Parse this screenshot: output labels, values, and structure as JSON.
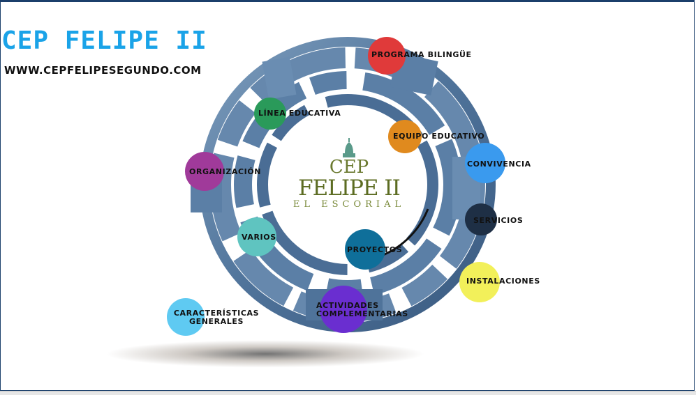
{
  "header": {
    "title": "CEP FELIPE II",
    "url": "WWW.CEPFELIPESEGUNDO.COM"
  },
  "logo": {
    "line1": "CEP",
    "line2": "FELIPE II",
    "line3": "EL ESCORIAL"
  },
  "menu": {
    "programa_bilingue": "PROGRAMA BILINGÜE",
    "linea_educativa": "LÍNEA EDUCATIVA",
    "equipo_educativo": "EQUIPO EDUCATIVO",
    "organizacion": "ORGANIZACIÓN",
    "convivencia": "CONVIVENCIA",
    "servicios": "SERVICIOS",
    "varios": "VARIOS",
    "proyectos": "PROYECTOS",
    "instalaciones": "INSTALACIONES",
    "actividades_1": "ACTIVIDADES",
    "actividades_2": "COMPLEMENTARIAS",
    "caracteristicas_1": "CARACTERÍSTICAS",
    "caracteristicas_2": "GENERALES"
  },
  "colors": {
    "title": "#1aa3e8",
    "ring": "#5a7ea3",
    "programa_bilingue": "#e03a3a",
    "linea_educativa": "#2a9a5a",
    "equipo_educativo": "#e08a1e",
    "organizacion": "#a03a9a",
    "convivencia": "#3a9aee",
    "servicios": "#1e2f45",
    "varios": "#5fc4c0",
    "proyectos": "#0f6f9a",
    "instalaciones": "#f2f05a",
    "actividades": "#6a2ed0",
    "caracteristicas": "#5fcaf2"
  }
}
